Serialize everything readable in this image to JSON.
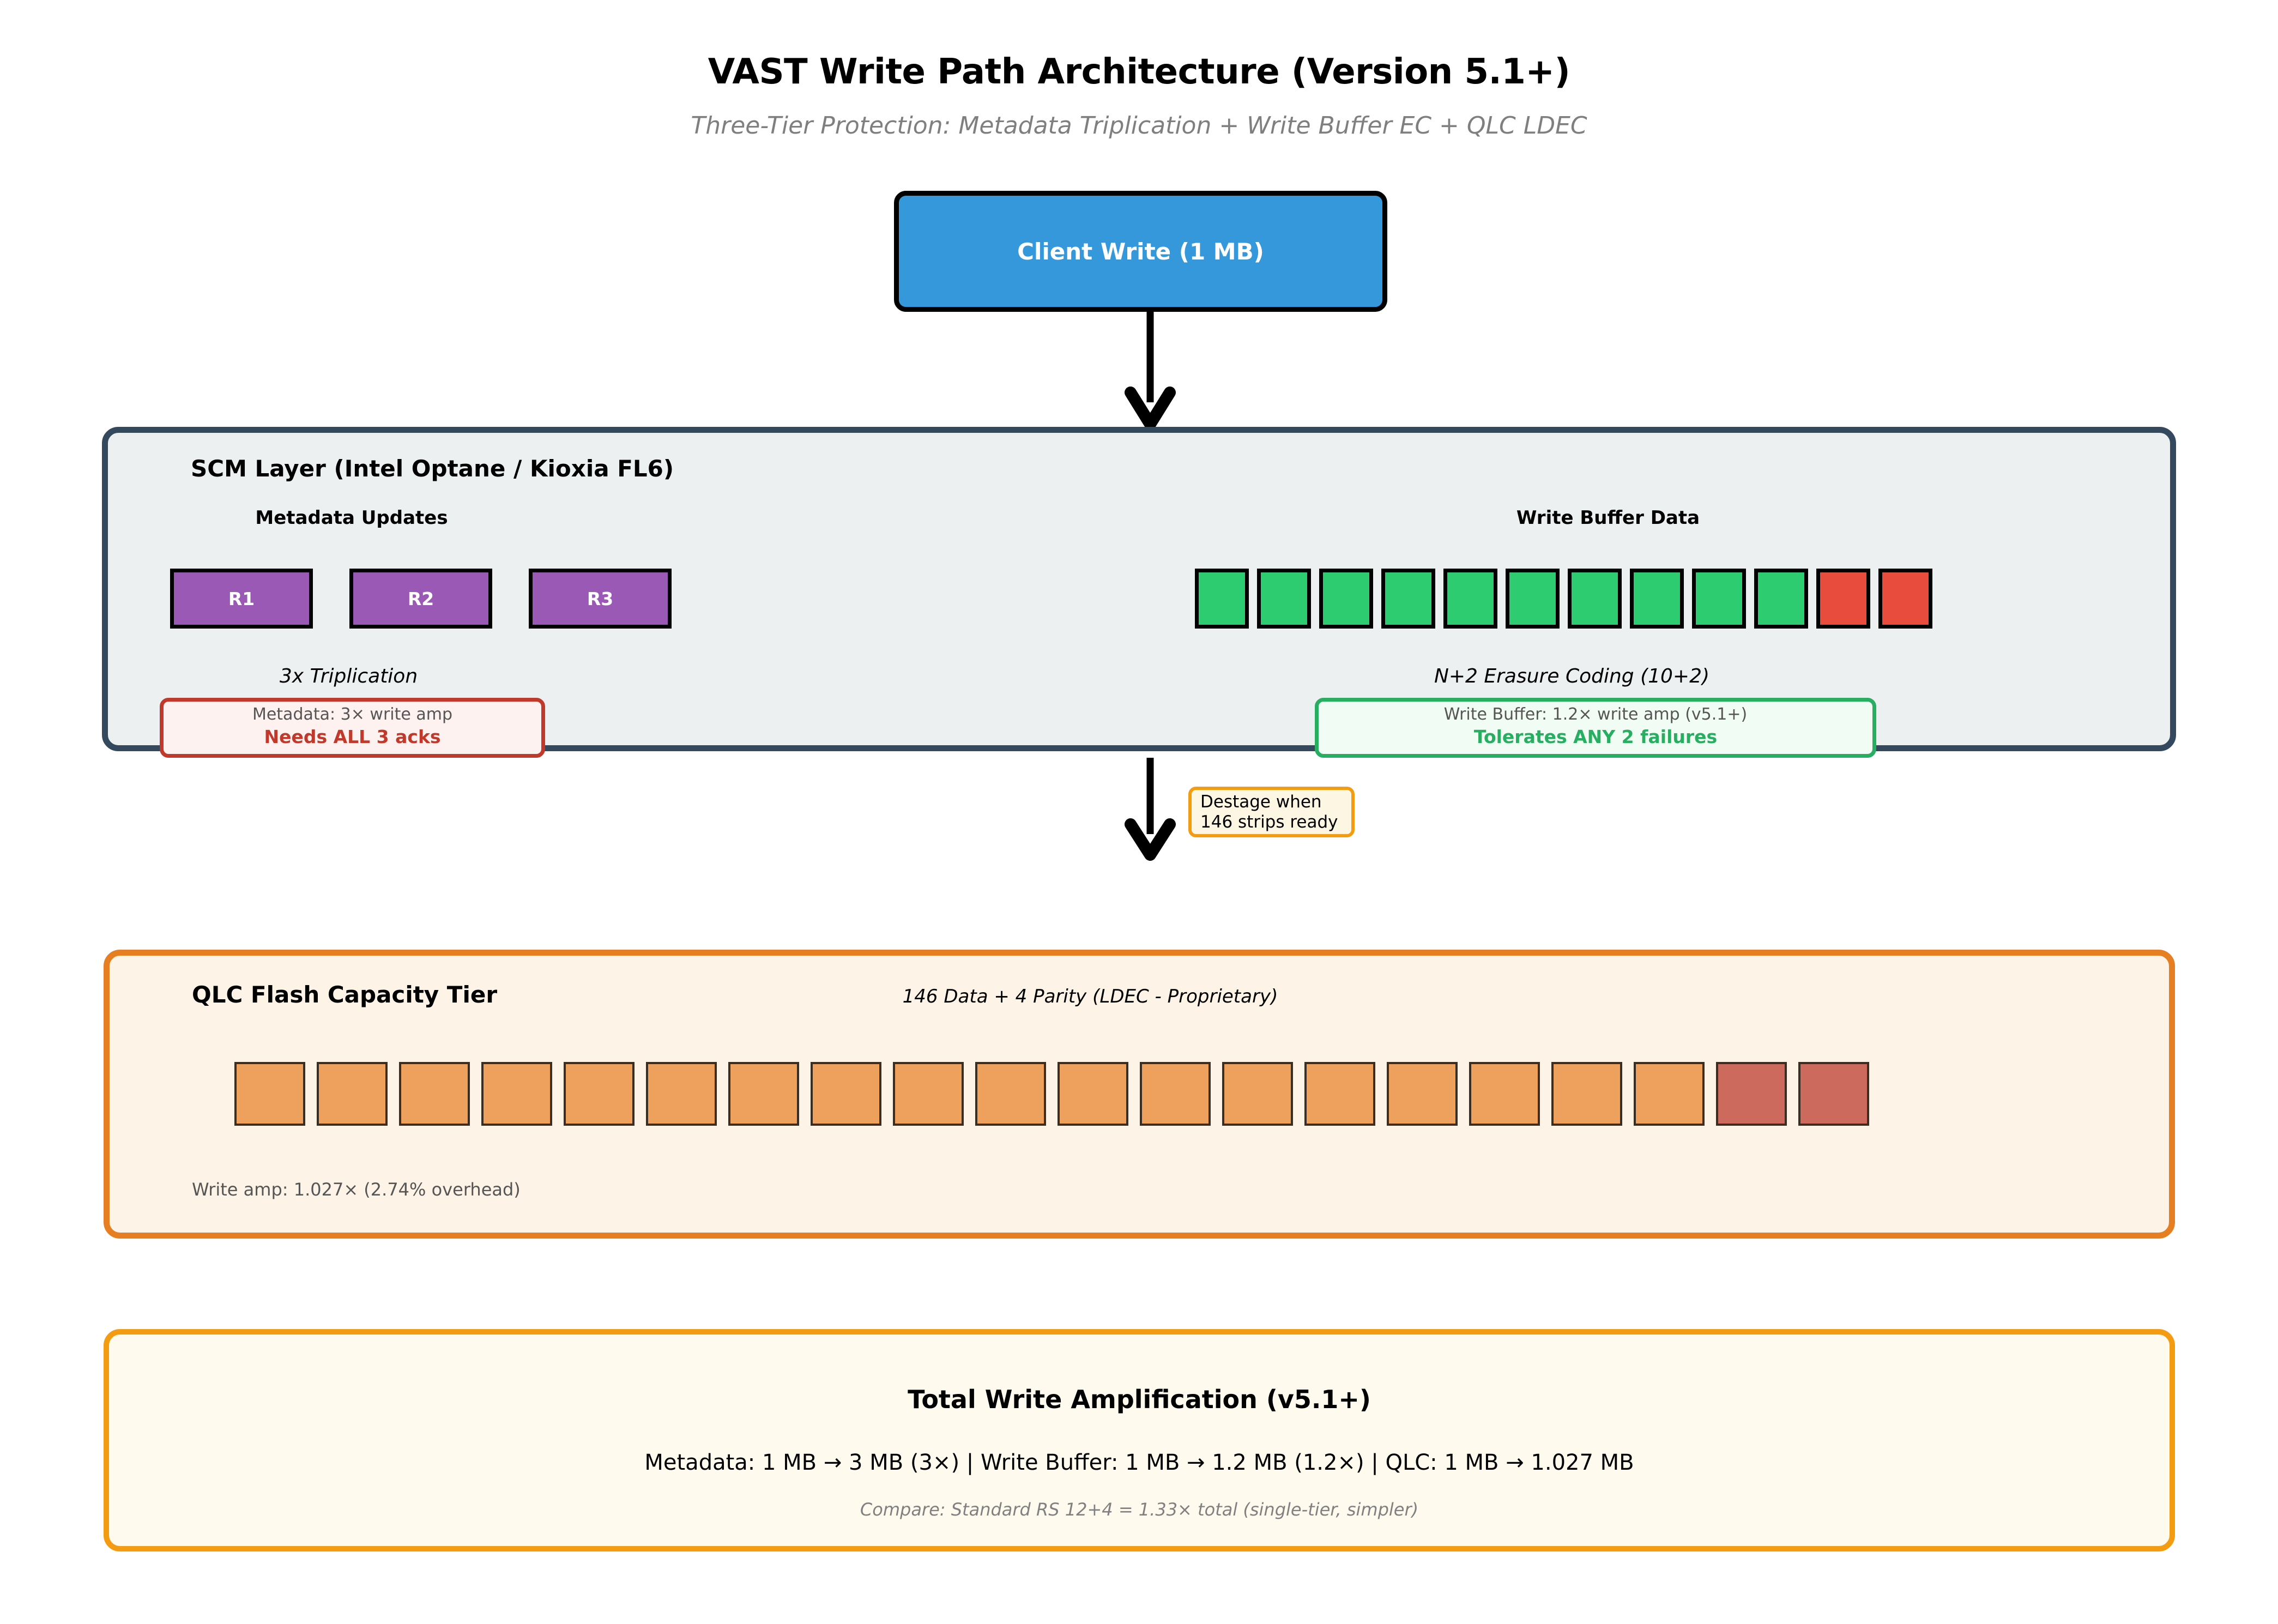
{
  "header": {
    "title": "VAST Write Path Architecture (Version 5.1+)",
    "subtitle": "Three-Tier Protection: Metadata Triplication + Write Buffer EC + QLC LDEC"
  },
  "client": {
    "label": "Client Write (1 MB)",
    "color": "#3498db"
  },
  "scm_layer": {
    "title": "SCM Layer (Intel Optane / Kioxia FL6)",
    "border_color": "#34495e",
    "background_color": "#ecf0f1",
    "metadata": {
      "heading": "Metadata Updates",
      "blocks": [
        "R1",
        "R2",
        "R3"
      ],
      "block_color": "#9b59b6",
      "scheme_label": "3x Triplication",
      "callout": {
        "line1": "Metadata: 3× write amp",
        "line2": "Needs ALL 3 acks",
        "accent_color": "#c0392b"
      }
    },
    "write_buffer": {
      "heading": "Write Buffer Data",
      "data_block_count": 10,
      "parity_block_count": 2,
      "data_color": "#2ecc71",
      "parity_color": "#e74c3c",
      "scheme_label": "N+2 Erasure Coding (10+2)",
      "callout": {
        "line1": "Write Buffer: 1.2× write amp (v5.1+)",
        "line2": "Tolerates ANY 2 failures",
        "accent_color": "#27ae60"
      }
    }
  },
  "destage": {
    "line1": "Destage when",
    "line2": "146 strips ready",
    "accent_color": "#f39c12"
  },
  "qlc_tier": {
    "title": "QLC Flash Capacity Tier",
    "subtitle": "146 Data + 4 Parity (LDEC - Proprietary)",
    "border_color": "#e67e22",
    "background_color": "#fdf3e7",
    "data_block_count": 18,
    "parity_block_count": 2,
    "data_color": "#eda15c",
    "parity_color": "#cd6a5e",
    "write_amp_label": "Write amp: 1.027× (2.74% overhead)"
  },
  "summary": {
    "title": "Total Write Amplification (v5.1+)",
    "breakdown": "Metadata: 1 MB → 3 MB (3×)  |  Write Buffer: 1 MB → 1.2 MB (1.2×)  |  QLC: 1 MB → 1.027 MB",
    "compare": "Compare: Standard RS 12+4 = 1.33× total (single-tier, simpler)",
    "border_color": "#f39c12",
    "background_color": "#fefaee"
  }
}
